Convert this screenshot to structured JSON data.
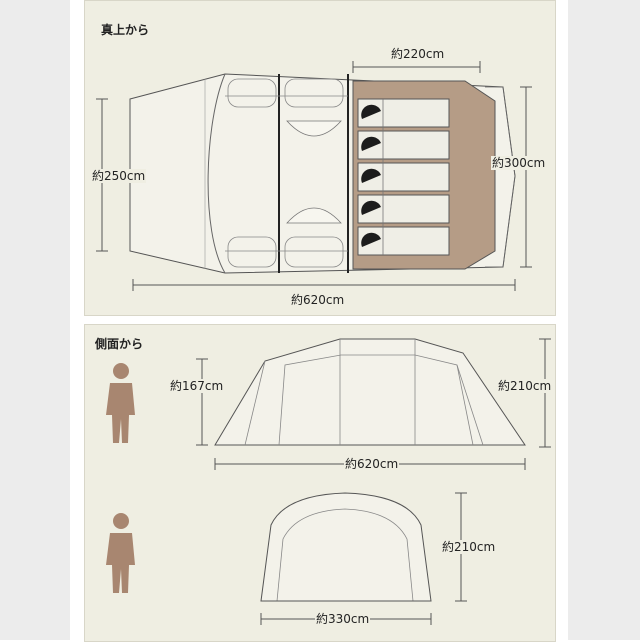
{
  "top_view": {
    "title": "真上から",
    "width_inner": "約220cm",
    "height_left": "約250cm",
    "height_right": "約300cm",
    "length_total": "約620cm"
  },
  "side_view": {
    "title": "側面から",
    "height_front": "約167cm",
    "height_rear": "約210cm",
    "length_total": "約620cm",
    "height_end": "約210cm",
    "width_end": "約330cm"
  },
  "colors": {
    "panel_bg": "#efeee2",
    "tent_fill": "#f3f2ea",
    "inner_tent": "#b59c86",
    "cot_fill": "#efeee6",
    "person": "#a88670",
    "line": "#555555"
  },
  "icons": {
    "person": "person-silhouette-icon",
    "sleeper": "sleeping-head-icon"
  }
}
